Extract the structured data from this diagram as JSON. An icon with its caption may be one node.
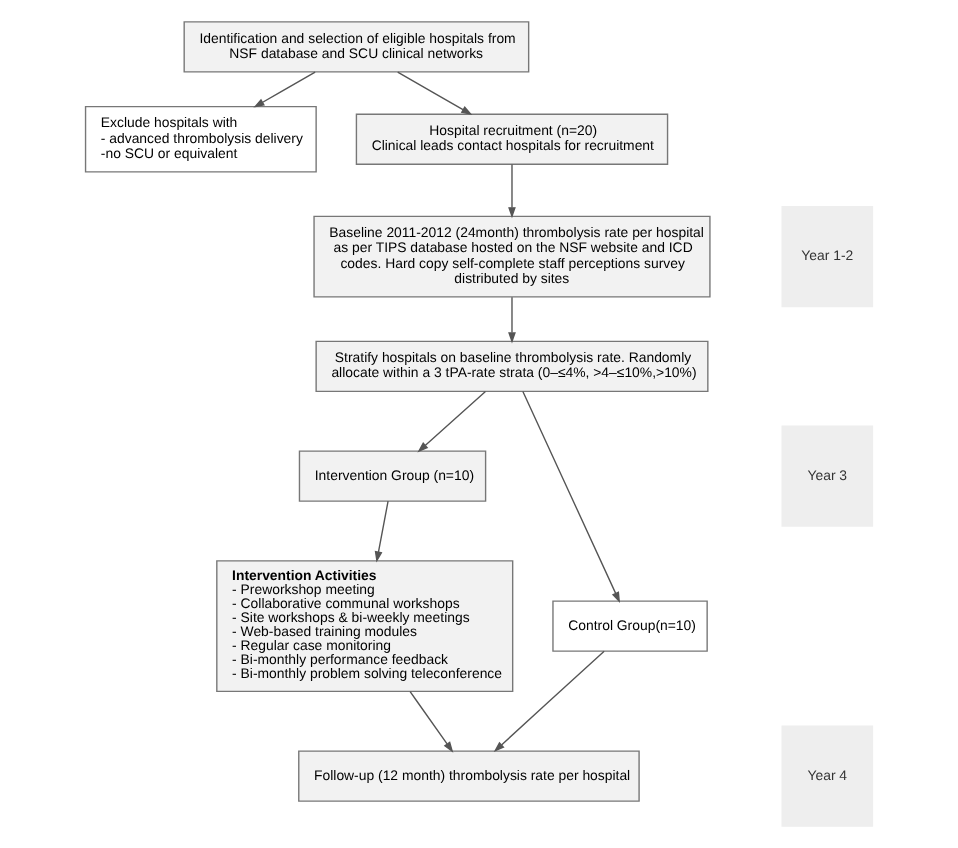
{
  "diagram": {
    "nodes": [
      {
        "text": [
          "Identification and selection of eligible hospitals from NSF database and SCU clinical networks"
        ]
      },
      {
        "text": [
          "Exclude hospitals with",
          "- advanced thrombolysis delivery",
          "-no SCU or equivalent"
        ]
      },
      {
        "text": [
          "Hospital recruitment (n=20)",
          "Clinical leads contact hospitals for recruitment"
        ]
      },
      {
        "text": [
          "Baseline 2011-2012 (24month) thrombolysis rate per hospital as per TIPS database hosted on the NSF website and ICD codes. Hard copy self-complete staff perceptions survey distributed by sites"
        ]
      },
      {
        "text": [
          "Stratify hospitals on baseline thrombolysis rate. Randomly allocate within a 3 tPA-rate strata (0–≤4%, >4–≤10%,>10%)"
        ]
      },
      {
        "text": [
          "Intervention Group (n=10)"
        ]
      },
      {
        "text": [
          "Control Group(n=10)"
        ]
      },
      {
        "text": [
          "Intervention Activities",
          "- Preworkshop meeting",
          "- Collaborative communal workshops",
          "- Site workshops & bi-weekly meetings",
          "- Web-based training modules",
          "- Regular case monitoring",
          "- Bi-monthly performance feedback",
          "- Bi-monthly problem solving teleconference"
        ]
      },
      {
        "text": [
          "Follow-up (12 month) thrombolysis rate per hospital"
        ]
      },
      {
        "text": [
          "Year 1-2"
        ]
      },
      {
        "text": [
          "Year 3"
        ]
      },
      {
        "text": [
          "Year 4"
        ]
      }
    ],
    "edges": [
      {
        "from": 0,
        "to": 2,
        "arrow": "to"
      },
      {
        "from": 0,
        "to": 1,
        "arrow": "to"
      },
      {
        "from": 2,
        "to": 3,
        "arrow": "to"
      },
      {
        "from": 3,
        "to": 4,
        "arrow": "to"
      },
      {
        "from": 4,
        "to": 5,
        "arrow": "to"
      },
      {
        "from": 4,
        "to": 6,
        "arrow": "to"
      },
      {
        "from": 5,
        "to": 7,
        "arrow": "to"
      },
      {
        "from": 7,
        "to": 8,
        "arrow": "to"
      },
      {
        "from": 6,
        "to": 8,
        "arrow": "to"
      }
    ]
  }
}
